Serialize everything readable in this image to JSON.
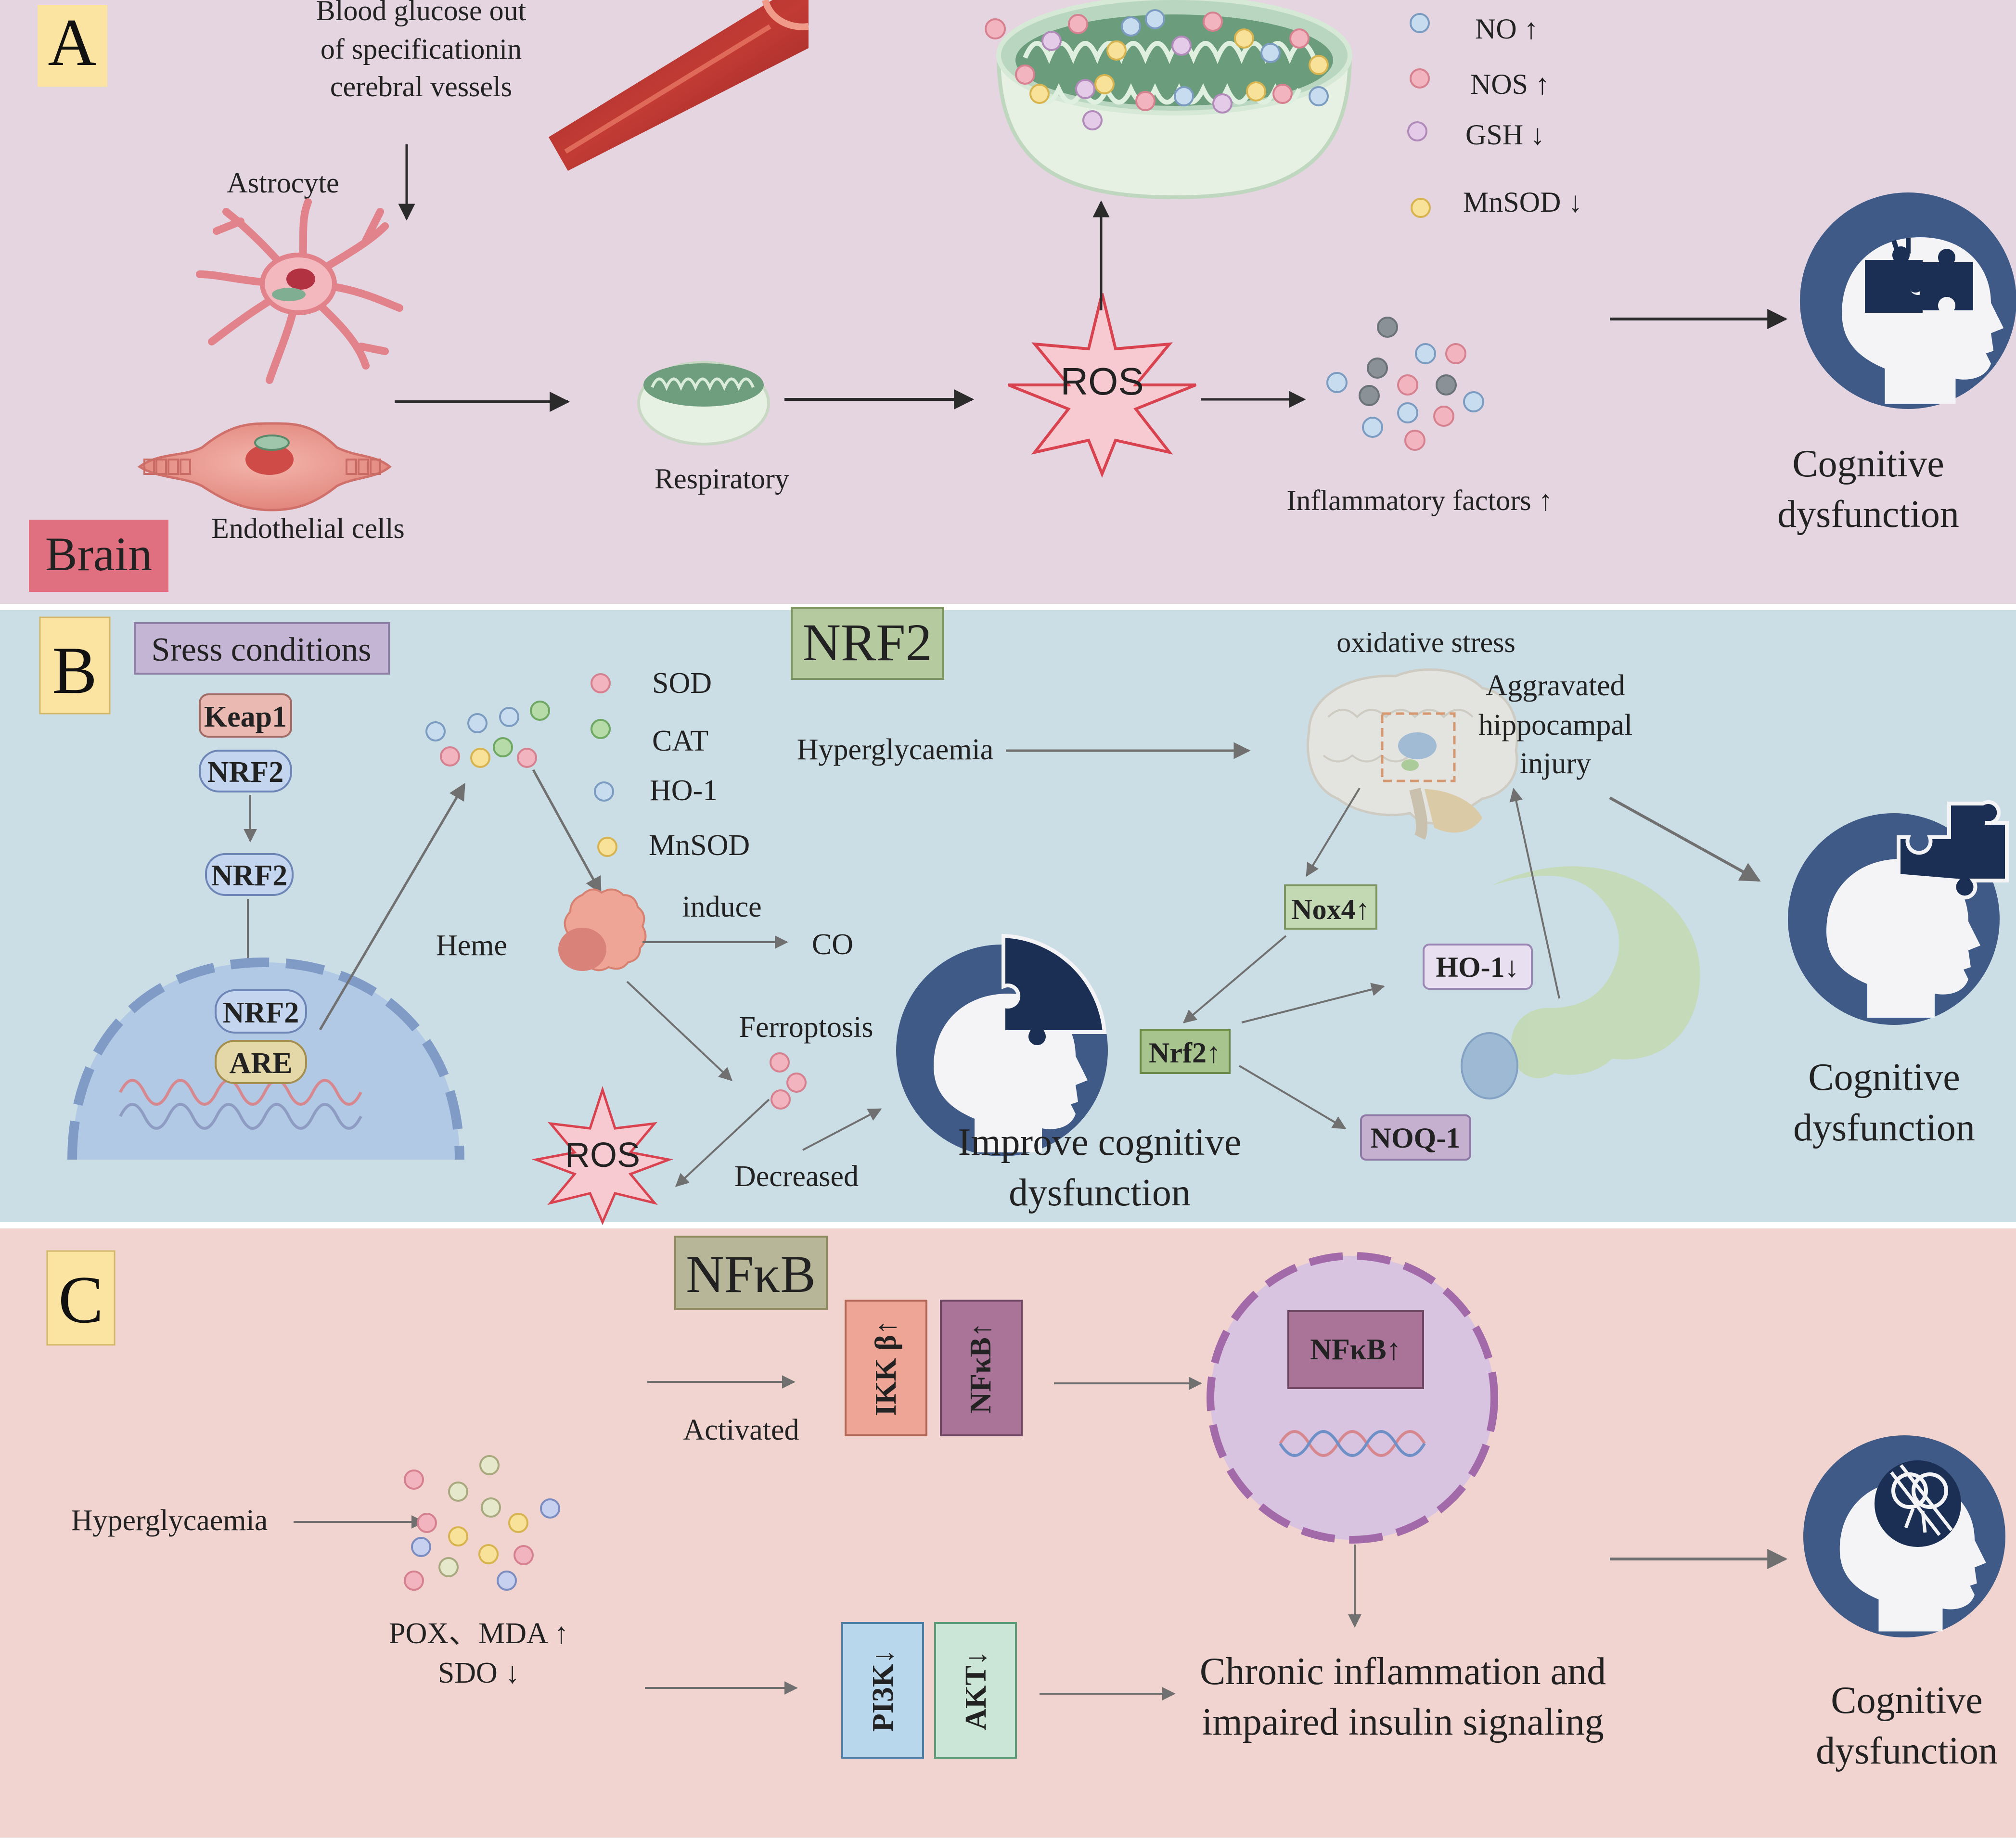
{
  "panels": {
    "a": {
      "letter": "A",
      "brain_tag": "Brain",
      "blood_glucose": [
        "Blood glucose out",
        "of specificationin",
        "cerebral vessels"
      ],
      "astrocyte": "Astrocyte",
      "endothelial": "Endothelial cells",
      "respiratory": "Respiratory",
      "ros": "ROS",
      "markers": [
        "NO ↑",
        "NOS ↑",
        "GSH ↓",
        "MnSOD ↓"
      ],
      "inflammatory": "Inflammatory factors ↑",
      "cognitive": [
        "Cognitive",
        "dysfunction"
      ]
    },
    "b": {
      "letter": "B",
      "title": "NRF2",
      "stress": "Sress conditions",
      "keap1": "Keap1",
      "nrf2": "NRF2",
      "are": "ARE",
      "enzymes": [
        "SOD",
        "CAT",
        "HO-1",
        "MnSOD"
      ],
      "heme": "Heme",
      "induce": "induce",
      "co": "CO",
      "ferroptosis": "Ferroptosis",
      "ros": "ROS",
      "decreased": "Decreased",
      "improve": [
        "Improve cognitive",
        "dysfunction"
      ],
      "hyperglycaemia": "Hyperglycaemia",
      "oxidative_stress": "oxidative stress",
      "aggravated": [
        "Aggravated",
        "hippocampal",
        "injury"
      ],
      "nox4": "Nox4↑",
      "nrf2_up": "Nrf2↑",
      "ho1_down": "HO-1↓",
      "noq1": "NOQ-1",
      "cognitive": [
        "Cognitive",
        "dysfunction"
      ]
    },
    "c": {
      "letter": "C",
      "title": "NFκB",
      "hyperglycaemia": "Hyperglycaemia",
      "pox_mda": "POX、MDA ↑",
      "sdo": "SDO ↓",
      "activated": "Activated",
      "ikk": "IKK β↑",
      "nfkb_box": "NFκB↑",
      "nfkb_nucleus": "NFκB↑",
      "pi3k": "PI3K↓",
      "akt": "AKT↓",
      "chronic": [
        "Chronic inflammation and",
        "impaired insulin signaling"
      ],
      "cognitive": [
        "Cognitive",
        "dysfunction"
      ]
    }
  },
  "colors": {
    "panel_a_bg": "#e4d5e0",
    "panel_b_bg": "#cbdee5",
    "panel_c_bg": "#f1d4cf",
    "head_navy": "#3f5a86",
    "head_dark": "#1b2f54",
    "ros_fill": "#f7c9d0",
    "ros_stroke": "#d9434f",
    "brain_tag": "#e07080",
    "letter_box": "#fbe4a2",
    "nrf2_title_box": "#b6caa0",
    "nfkb_title_box": "#b7b698",
    "stress_box": "#c5b5d4",
    "ikk_box": "#eea596",
    "nfkb_box": "#a97497",
    "pi3k_box": "#b9d7ec",
    "akt_box": "#cbe6d7",
    "nucleus_fill": "#d8c3e0",
    "nucleus_ring": "#a26aa8"
  }
}
